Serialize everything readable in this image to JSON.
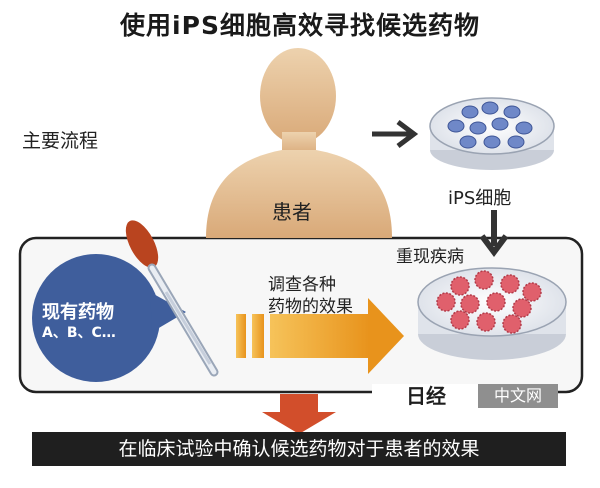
{
  "title": "使用iPS细胞高效寻找候选药物",
  "main_process": "主要流程",
  "patient": "患者",
  "ips_cells": "iPS细胞",
  "reproduce_disease": "重现疾病",
  "investigate_line1": "调查各种",
  "investigate_line2": "药物的效果",
  "existing_drugs": "现有药物",
  "drug_list": "A、B、C…",
  "conclusion": "在临床试验中确认候选药物对于患者的效果",
  "logo": {
    "mark": "日经",
    "text": "中文网"
  },
  "colors": {
    "body": "#e4c29a",
    "bubble": "#3f5e9c",
    "arrow_orange": "#e89a1f",
    "arrow_red": "#d24e2b",
    "cell_blue": "#6f88c8",
    "cell_red": "#e0606c"
  }
}
